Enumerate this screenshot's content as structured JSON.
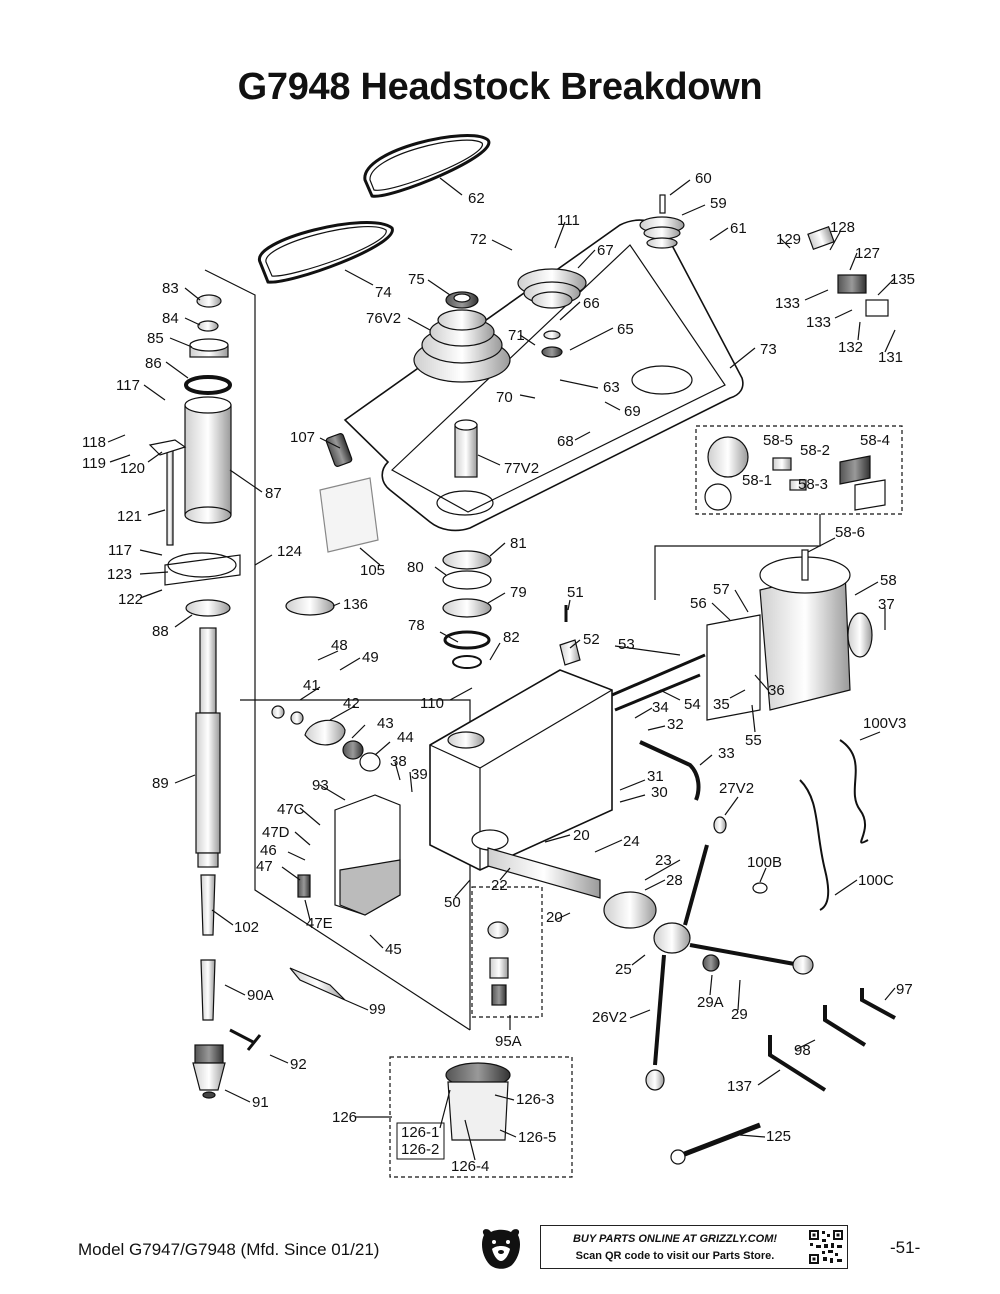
{
  "header": {
    "title": "G7948 Headstock Breakdown"
  },
  "footer": {
    "model": "Model G7947/G7948  (Mfd. Since 01/21)",
    "page": "-51-",
    "buy_line": "BUY PARTS ONLINE AT GRIZZLY.COM!",
    "scan_line": "Scan QR code to visit our Parts Store.",
    "logo_icon": "bear-logo-icon",
    "qr_icon": "qr-code-icon"
  },
  "labels": {
    "p60": "60",
    "p59": "59",
    "p61": "61",
    "p62": "62",
    "p111": "111",
    "p72": "72",
    "p67": "67",
    "p129": "129",
    "p128": "128",
    "p127": "127",
    "p135": "135",
    "p133a": "133",
    "p133b": "133",
    "p132": "132",
    "p131": "131",
    "p83": "83",
    "p84": "84",
    "p85": "85",
    "p86": "86",
    "p75": "75",
    "p74": "74",
    "p76V2": "76V2",
    "p66": "66",
    "p65": "65",
    "p71": "71",
    "p73": "73",
    "p117a": "117",
    "p118": "118",
    "p119": "119",
    "p120": "120",
    "p63": "63",
    "p70": "70",
    "p69": "69",
    "p68": "68",
    "p107": "107",
    "p77V2": "77V2",
    "p58_5": "58-5",
    "p58_2": "58-2",
    "p58_4": "58-4",
    "p58_1": "58-1",
    "p58_3": "58-3",
    "p87": "87",
    "p121": "121",
    "p105": "105",
    "p81": "81",
    "p58_6": "58-6",
    "p117b": "117",
    "p124": "124",
    "p123": "123",
    "p122": "122",
    "p80": "80",
    "p79": "79",
    "p51": "51",
    "p58": "58",
    "p57": "57",
    "p56": "56",
    "p37": "37",
    "p88": "88",
    "p136": "136",
    "p78": "78",
    "p82": "82",
    "p52": "52",
    "p53": "53",
    "p48": "48",
    "p49": "49",
    "p41": "41",
    "p42": "42",
    "p110": "110",
    "p54": "54",
    "p34": "34",
    "p35": "35",
    "p36": "36",
    "p43": "43",
    "p44": "44",
    "p32": "32",
    "p55": "55",
    "p100V3": "100V3",
    "p38": "38",
    "p39": "39",
    "p33": "33",
    "p89": "89",
    "p93": "93",
    "p31": "31",
    "p30": "30",
    "p27V2": "27V2",
    "p47C": "47C",
    "p47D": "47D",
    "p46": "46",
    "p47": "47",
    "p20a": "20",
    "p24": "24",
    "p23": "23",
    "p28": "28",
    "p100B": "100B",
    "p100C": "100C",
    "p22": "22",
    "p50": "50",
    "p47E": "47E",
    "p20b": "20",
    "p102": "102",
    "p45": "45",
    "p25": "25",
    "p90A": "90A",
    "p99": "99",
    "p29A": "29A",
    "p29": "29",
    "p97": "97",
    "p26V2": "26V2",
    "p95A": "95A",
    "p98": "98",
    "p92": "92",
    "p137": "137",
    "p91": "91",
    "p126_3": "126-3",
    "p126": "126",
    "p126_1": "126-1",
    "p126_2": "126-2",
    "p126_5": "126-5",
    "p126_4": "126-4",
    "p125": "125"
  }
}
